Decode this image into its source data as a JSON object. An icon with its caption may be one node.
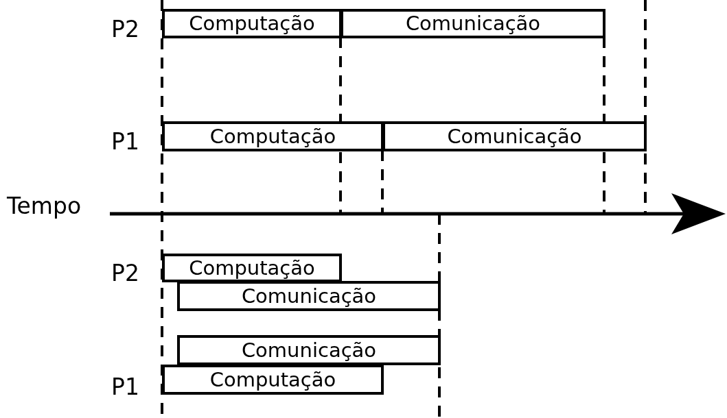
{
  "diagram": {
    "nodes": [
      {
        "text": [
          "Computação"
        ]
      },
      {
        "text": [
          "Comunicação"
        ]
      },
      {
        "text": [
          "Computação"
        ]
      },
      {
        "text": [
          "Comunicação"
        ]
      },
      {
        "text": [
          "Computação"
        ]
      },
      {
        "text": [
          "Comunicação"
        ]
      },
      {
        "text": [
          "Comunicação"
        ]
      },
      {
        "text": [
          "Computação"
        ]
      }
    ],
    "labels": [
      "P2",
      "P1",
      "Tempo",
      "P2",
      "P1"
    ]
  }
}
